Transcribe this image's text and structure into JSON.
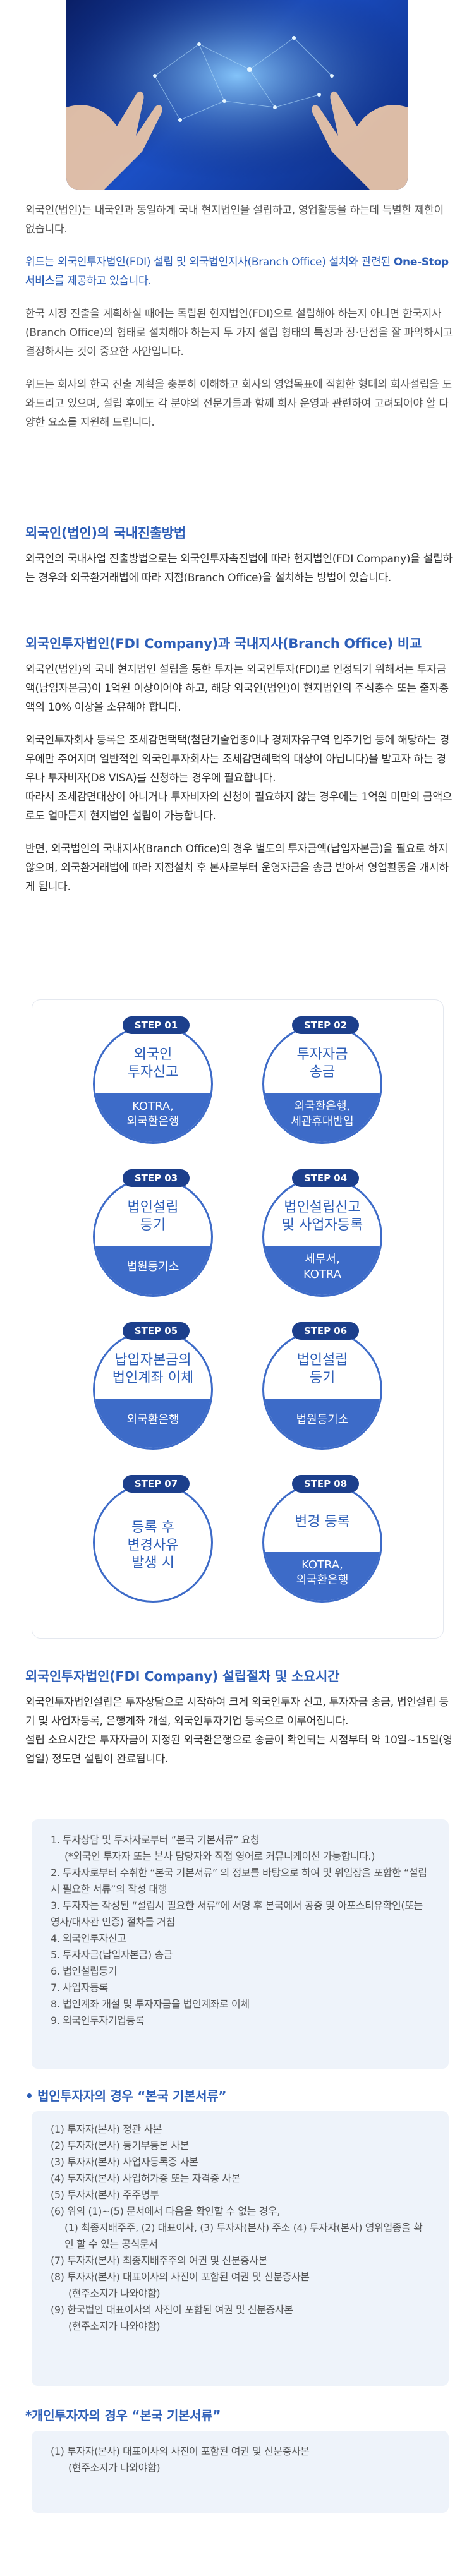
{
  "intro": {
    "p1": "외국인(법인)는 내국인과 동일하게 국내 현지법인을 설립하고, 영업활동을 하는데 특별한 제한이 없습니다.",
    "p2_pre": "위드는 외국인투자법인(FDI) 설립 및 외국법인지사(Branch Office) 설치와 관련된 ",
    "p2_strong": "One-Stop 서비스",
    "p2_post": "를 제공하고 있습니다.",
    "p3": "한국 시장 진출을 계획하실 때에는 독립된 현지법인(FDI)으로 설립해야 하는지 아니면 한국지사(Branch Office)의 형태로 설치해야 하는지 두 가지 설립 형태의 특징과 장·단점을 잘 파악하시고 결정하시는 것이 중요한 사안입니다.",
    "p4": "위드는 회사의 한국 진출 계획을 충분히 이해하고 회사의 영업목표에 적합한 형태의 회사설립을 도와드리고 있으며, 설립 후에도 각 분야의 전문가들과 함께 회사 운영과 관련하여 고려되어야 할 다양한 요소를 지원해 드립니다."
  },
  "sec1": {
    "title": "외국인(법인)의 국내진출방법",
    "p1": "외국인의 국내사업 진출방법으로는 외국인투자촉진법에 따라 현지법인(FDI Company)을 설립하는 경우와 외국환거래법에 따라 지점(Branch Office)을 설치하는 방법이 있습니다."
  },
  "sec2": {
    "title": "외국인투자법인(FDI Company)과 국내지사(Branch Office) 비교",
    "p1": "외국인(법인)의 국내 현지법인 설립을 통한 투자는 외국인투자(FDI)로 인정되기 위해서는 투자금액(납입자본금)이 1억원 이상이어야 하고, 해당 외국인(법인)이 현지법인의 주식총수 또는 출자총액의 10% 이상을 소유해야 합니다.",
    "p2": "외국인투자회사 등록은 조세감면택택(첨단기술업종이나 경제자유구역 입주기업 등에 해당하는 경우에만 주어지며 일반적인 외국인투자회사는 조세감면혜택의 대상이 아닙니다)을 받고자 하는 경우나 투자비자(D8 VISA)를 신청하는 경우에 필요합니다.",
    "p3": "따라서 조세감면대상이 아니거나 투자비자의 신청이 필요하지 않는 경우에는 1억원 미만의 금액으로도 얼마든지 현지법인 설립이 가능합니다.",
    "p4": "반면, 외국법인의 국내지사(Branch Office)의 경우 별도의 투자금액(납입자본금)을 필요로 하지 않으며, 외국환거래법에 따라 지점설치 후 본사로부터 운영자금을 송금 받아서 영업활동을 개시하게 됩니다."
  },
  "steps": [
    {
      "badge": "STEP 01",
      "title": "외국인\n투자신고",
      "agency": "KOTRA,\n외국환은행"
    },
    {
      "badge": "STEP 02",
      "title": "투자자금\n송금",
      "agency": "외국환은행,\n세관휴대반입"
    },
    {
      "badge": "STEP 03",
      "title": "법인설립\n등기",
      "agency": "법원등기소"
    },
    {
      "badge": "STEP 04",
      "title": "법인설립신고\n및 사업자등록",
      "agency": "세무서,\nKOTRA"
    },
    {
      "badge": "STEP 05",
      "title": "납입자본금의\n법인계좌 이체",
      "agency": "외국환은행"
    },
    {
      "badge": "STEP 06",
      "title": "법인설립\n등기",
      "agency": "법원등기소"
    },
    {
      "badge": "STEP 07",
      "title": "등록 후\n변경사유\n발생 시",
      "agency": ""
    },
    {
      "badge": "STEP 08",
      "title": "변경 등록",
      "agency": "KOTRA,\n외국환은행"
    }
  ],
  "sec3": {
    "title": "외국인투자법인(FDI Company) 설립절차 및 소요시간",
    "p1": "외국인투자법인설립은 투자상담으로 시작하여 크게 외국인투자 신고, 투자자금 송금, 법인설립 등기 및 사업자등록, 은행계좌 개설, 외국인투자기업 등록으로 이루어집니다.",
    "p2": "설립 소요시간은 투자자금이 지정된 외국환은행으로 송금이 확인되는 시점부터 약 10일~15일(영업일) 정도면 설립이 완료됩니다."
  },
  "procedure": [
    {
      "text": "1. 투자상담 및 투자자로부터 “본국 기본서류” 요청",
      "cls": ""
    },
    {
      "text": "(*외국인 투자자 또는 본사 담당자와 직접 영어로 커뮤니케이션 가능합니다.)",
      "cls": "sub"
    },
    {
      "text": "2. 투자자로부터 수취한 “본국 기본서류” 의 정보를 바탕으로 하여 및 위임장을 포함한 “설립시 필요한 서류”의 작성 대행",
      "cls": ""
    },
    {
      "text": "3. 투자자는 작성된 “설립시 필요한 서류”에 서명 후 본국에서 공증 및 아포스티유확인(또는 영사/대사관 인증) 절차를 거침",
      "cls": ""
    },
    {
      "text": "4. 외국인투자신고",
      "cls": ""
    },
    {
      "text": "5. 투자자금(납입자본금) 송금",
      "cls": ""
    },
    {
      "text": "6. 법인설립등기",
      "cls": ""
    },
    {
      "text": "7. 사업자등록",
      "cls": ""
    },
    {
      "text": "8. 법인계좌 개설 및 투자자금을 법인계좌로 이체",
      "cls": ""
    },
    {
      "text": "9. 외국인투자기업등록",
      "cls": ""
    }
  ],
  "corp_docs": {
    "title": "• 법인투자자의 경우 “본국 기본서류”",
    "items": [
      {
        "text": "(1) 투자자(본사) 정관 사본",
        "cls": ""
      },
      {
        "text": "(2) 투자자(본사) 등기부등본 사본",
        "cls": ""
      },
      {
        "text": "(3) 투자자(본사) 사업자등록증 사본",
        "cls": ""
      },
      {
        "text": "(4) 투자자(본사) 사업허가증 또는 자격증 사본",
        "cls": ""
      },
      {
        "text": "(5) 투자자(본사) 주주명부",
        "cls": ""
      },
      {
        "text": "(6) 위의 (1)~(5) 문서에서 다음을 확인할 수 없는 경우,",
        "cls": ""
      },
      {
        "text": "(1) 최종지배주주, (2) 대표이사, (3) 투자자(본사) 주소 (4) 투자자(본사) 영위업종을 확인 할 수 있는 공식문서",
        "cls": "sub"
      },
      {
        "text": "(7) 투자자(본사) 최종지배주주의 여권 및 신분증사본",
        "cls": ""
      },
      {
        "text": "(8) 투자자(본사) 대표이사의 사진이 포함된 여권 및 신분증사본",
        "cls": ""
      },
      {
        "text": "(현주소지가 나와야함)",
        "cls": "sub2"
      },
      {
        "text": "(9) 한국법인 대표이사의 사진이 포함된 여권 및 신분증사본",
        "cls": ""
      },
      {
        "text": "(현주소지가 나와야함)",
        "cls": "sub2"
      }
    ]
  },
  "ind_docs": {
    "title": "*개인투자자의 경우 “본국 기본서류”",
    "items": [
      {
        "text": "(1) 투자자(본사) 대표이사의 사진이 포함된 여권 및 신분증사본",
        "cls": ""
      },
      {
        "text": "(현주소지가 나와야함)",
        "cls": "sub2"
      }
    ]
  }
}
